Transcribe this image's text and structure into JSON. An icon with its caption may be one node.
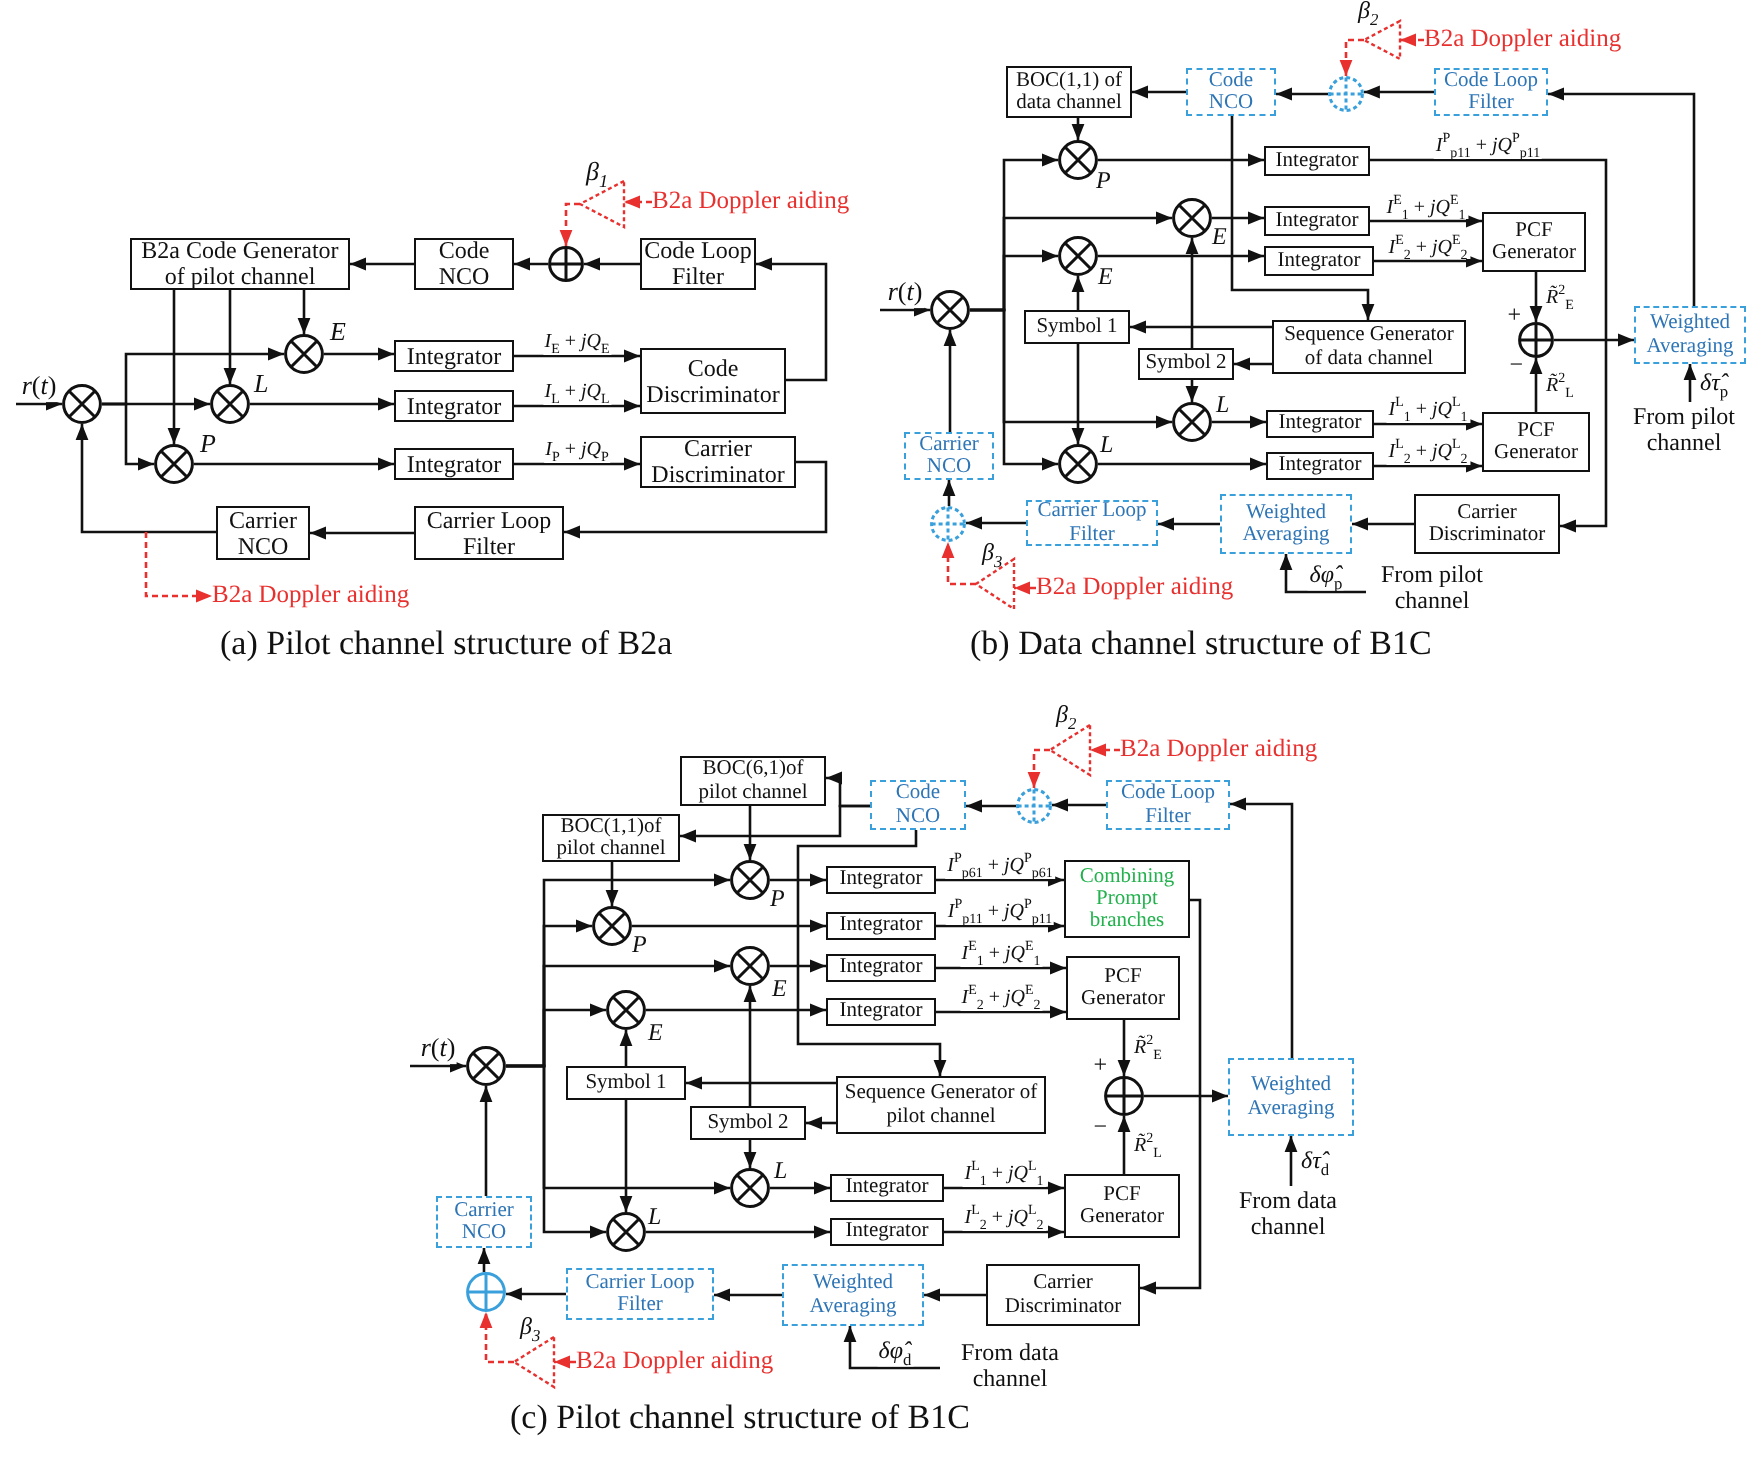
{
  "diagram": {
    "nodes": [
      {
        "text": [
          "B2a Code Generator of pilot channel"
        ]
      },
      {
        "text": [
          "Code NCO"
        ]
      },
      {
        "text": [],
        "shape": "circle"
      },
      {
        "text": [
          "Code Loop Filter"
        ]
      },
      {
        "text": [],
        "shape": "triangle",
        "beside": [
          "*β*$_{1}$"
        ]
      },
      {
        "text": [
          "B2a Doppler aiding"
        ]
      },
      {
        "text": [],
        "shape": "circle",
        "beside": [
          "E"
        ]
      },
      {
        "text": [],
        "shape": "circle",
        "beside": [
          "L"
        ]
      },
      {
        "text": [],
        "shape": "circle",
        "beside": [
          "P"
        ]
      },
      {
        "text": [],
        "shape": "circle"
      },
      {
        "text": [
          "Integrator"
        ]
      },
      {
        "text": [
          "Integrator"
        ]
      },
      {
        "text": [
          "Integrator"
        ]
      },
      {
        "text": [
          "Code Discriminator"
        ]
      },
      {
        "text": [
          "Carrier Discriminator"
        ]
      },
      {
        "text": [
          "Carrier Loop Filter"
        ]
      },
      {
        "text": [
          "Carrier NCO"
        ]
      },
      {
        "text": [
          "B2a Doppler aiding"
        ]
      },
      {
        "text": [
          "BOC(1,1) of data channel"
        ]
      },
      {
        "text": [
          "Code NCO"
        ]
      },
      {
        "text": [],
        "shape": "circle"
      },
      {
        "text": [
          "Code Loop Filter"
        ]
      },
      {
        "text": [],
        "shape": "triangle",
        "beside": [
          "*β*$_{2}$"
        ]
      },
      {
        "text": [
          "B2a Doppler aiding"
        ]
      },
      {
        "text": [],
        "shape": "circle",
        "beside": [
          "P"
        ]
      },
      {
        "text": [
          "Integrator"
        ]
      },
      {
        "text": [],
        "shape": "circle",
        "beside": [
          "E"
        ]
      },
      {
        "text": [
          "Integrator"
        ]
      },
      {
        "text": [],
        "shape": "circle",
        "beside": [
          "E"
        ]
      },
      {
        "text": [
          "Integrator"
        ]
      },
      {
        "text": [
          "PCF Generator"
        ]
      },
      {
        "text": [],
        "shape": "circle"
      },
      {
        "text": [
          "Symbol 1"
        ]
      },
      {
        "text": [
          "Sequence Generator of data channel"
        ]
      },
      {
        "text": [
          "Symbol 2"
        ]
      },
      {
        "text": [],
        "shape": "circle",
        "beside": [
          "+",
          "−"
        ]
      },
      {
        "text": [
          "Weighted Averaging"
        ]
      },
      {
        "text": [],
        "shape": "circle",
        "beside": [
          "L"
        ]
      },
      {
        "text": [
          "Integrator"
        ]
      },
      {
        "text": [],
        "shape": "circle",
        "beside": [
          "L"
        ]
      },
      {
        "text": [
          "Integrator"
        ]
      },
      {
        "text": [
          "PCF Generator"
        ]
      },
      {
        "text": [
          "Carrier NCO"
        ]
      },
      {
        "text": [
          "Carrier Discriminator"
        ]
      },
      {
        "text": [
          "Weighted Averaging"
        ]
      },
      {
        "text": [
          "Carrier Loop Filter"
        ]
      },
      {
        "text": [],
        "shape": "circle"
      },
      {
        "text": [],
        "shape": "triangle",
        "beside": [
          "*β*$_{3}$"
        ]
      },
      {
        "text": [
          "B2a Doppler aiding"
        ]
      },
      {
        "text": [
          "BOC(6,1)of pilot channel"
        ]
      },
      {
        "text": [
          "Code NCO"
        ]
      },
      {
        "text": [],
        "shape": "circle"
      },
      {
        "text": [
          "Code Loop Filter"
        ]
      },
      {
        "text": [],
        "shape": "triangle",
        "beside": [
          "*β*$_{2}$"
        ]
      },
      {
        "text": [
          "B2a Doppler aiding"
        ]
      },
      {
        "text": [
          "BOC(1,1)of pilot channel"
        ]
      },
      {
        "text": [],
        "shape": "circle",
        "beside": [
          "P"
        ]
      },
      {
        "text": [
          "Integrator"
        ]
      },
      {
        "text": [
          "Combining Prompt branches"
        ]
      },
      {
        "text": [],
        "shape": "circle",
        "beside": [
          "P"
        ]
      },
      {
        "text": [
          "Integrator"
        ]
      },
      {
        "text": [],
        "shape": "circle",
        "beside": [
          "E"
        ]
      },
      {
        "text": [
          "Integrator"
        ]
      },
      {
        "text": [
          "PCF Generator"
        ]
      },
      {
        "text": [],
        "shape": "circle",
        "beside": [
          "E"
        ]
      },
      {
        "text": [
          "Integrator"
        ]
      },
      {
        "text": [],
        "shape": "circle"
      },
      {
        "text": [
          "Symbol 1"
        ]
      },
      {
        "text": [
          "Sequence Generator of pilot channel"
        ]
      },
      {
        "text": [
          "Symbol 2"
        ]
      },
      {
        "text": [],
        "shape": "circle",
        "beside": [
          "+",
          "−"
        ]
      },
      {
        "text": [
          "Weighted Averaging"
        ]
      },
      {
        "text": [],
        "shape": "circle",
        "beside": [
          "L"
        ]
      },
      {
        "text": [
          "Integrator"
        ]
      },
      {
        "text": [],
        "shape": "circle",
        "beside": [
          "L"
        ]
      },
      {
        "text": [
          "Integrator"
        ]
      },
      {
        "text": [
          "PCF Generator"
        ]
      },
      {
        "text": [
          "Carrier NCO"
        ]
      },
      {
        "text": [
          "Carrier Discriminator"
        ]
      },
      {
        "text": [
          "Weighted Averaging"
        ]
      },
      {
        "text": [
          "Carrier Loop Filter"
        ]
      },
      {
        "text": [],
        "shape": "circle"
      },
      {
        "text": [],
        "shape": "triangle",
        "beside": [
          "*β*$_{3}$"
        ]
      },
      {
        "text": [
          "B2a Doppler aiding"
        ]
      },
      {
        "text": [
          "From pilot channel"
        ]
      },
      {
        "text": [
          "From pilot channel"
        ]
      },
      {
        "text": [
          "From data channel"
        ]
      },
      {
        "text": [
          "From data channel"
        ]
      }
    ],
    "edges": [
      {
        "from": 3,
        "to": 2,
        "arrow": "to"
      },
      {
        "from": 2,
        "to": 1,
        "arrow": "to"
      },
      {
        "from": 1,
        "to": 0,
        "arrow": "to"
      },
      {
        "from": 13,
        "to": 3,
        "arrow": "to"
      },
      {
        "from": 5,
        "to": 4,
        "arrow": "to",
        "style": "dashed",
        "color": "#e8312f"
      },
      {
        "from": 4,
        "to": 2,
        "arrow": "to",
        "style": "dashed",
        "color": "#e8312f"
      },
      {
        "from": 0,
        "to": 6,
        "arrow": "to"
      },
      {
        "from": 0,
        "to": 7,
        "arrow": "to"
      },
      {
        "from": 0,
        "to": 8,
        "arrow": "to"
      },
      {
        "from": null,
        "to": 9,
        "arrow": "to",
        "label": "*r*(*t*)"
      },
      {
        "from": 9,
        "to": 6,
        "arrow": "to"
      },
      {
        "from": 9,
        "to": 7,
        "arrow": "to"
      },
      {
        "from": 9,
        "to": 8,
        "arrow": "to"
      },
      {
        "from": 6,
        "to": 10,
        "arrow": "to"
      },
      {
        "from": 7,
        "to": 11,
        "arrow": "to"
      },
      {
        "from": 8,
        "to": 12,
        "arrow": "to"
      },
      {
        "from": 10,
        "to": 13,
        "arrow": "to",
        "label": "*I*$_{E}$ + *jQ*$_{E}$"
      },
      {
        "from": 11,
        "to": 13,
        "arrow": "to",
        "label": "*I*$_{L}$ + *jQ*$_{L}$"
      },
      {
        "from": 12,
        "to": 14,
        "arrow": "to",
        "label": "*I*$_{P}$ + *jQ*$_{P}$"
      },
      {
        "from": 14,
        "to": 15,
        "arrow": "to"
      },
      {
        "from": 15,
        "to": 16,
        "arrow": "to"
      },
      {
        "from": 16,
        "to": 9,
        "arrow": "to"
      },
      {
        "from": null,
        "to": 17,
        "arrow": "to",
        "style": "dashed",
        "color": "#e8312f"
      },
      {
        "from": 21,
        "to": 20,
        "arrow": "to"
      },
      {
        "from": 20,
        "to": 19,
        "arrow": "to"
      },
      {
        "from": 19,
        "to": 18,
        "arrow": "to"
      },
      {
        "from": 36,
        "to": 21,
        "arrow": "to"
      },
      {
        "from": 23,
        "to": 22,
        "arrow": "to",
        "style": "dashed",
        "color": "#e8312f"
      },
      {
        "from": 22,
        "to": 20,
        "arrow": "to",
        "style": "dashed",
        "color": "#e8312f"
      },
      {
        "from": 18,
        "to": 24,
        "arrow": "to"
      },
      {
        "from": 19,
        "to": 33,
        "arrow": "to"
      },
      {
        "from": null,
        "to": 31,
        "arrow": "to",
        "label": "*r*(*t*)"
      },
      {
        "from": 31,
        "to": 24,
        "arrow": "to"
      },
      {
        "from": 31,
        "to": 26,
        "arrow": "to"
      },
      {
        "from": 31,
        "to": 28,
        "arrow": "to"
      },
      {
        "from": 31,
        "to": 37,
        "arrow": "to"
      },
      {
        "from": 31,
        "to": 39,
        "arrow": "to"
      },
      {
        "from": 24,
        "to": 25,
        "arrow": "to"
      },
      {
        "from": 26,
        "to": 27,
        "arrow": "to"
      },
      {
        "from": 28,
        "to": 29,
        "arrow": "to"
      },
      {
        "from": 25,
        "to": 43,
        "arrow": "to",
        "label": "*I*$^{P}$$_{p11}$ + *jQ*$^{P}$$_{p11}$"
      },
      {
        "from": 27,
        "to": 30,
        "arrow": "to",
        "label": "*I*$^{E}$$_{1}$ + *jQ*$^{E}$$_{1}$"
      },
      {
        "from": 29,
        "to": 30,
        "arrow": "to",
        "label": "*I*$^{E}$$_{2}$ + *jQ*$^{E}$$_{2}$"
      },
      {
        "from": 33,
        "to": 32,
        "arrow": "to"
      },
      {
        "from": 33,
        "to": 34,
        "arrow": "to"
      },
      {
        "from": 32,
        "to": 28,
        "arrow": "to"
      },
      {
        "from": 32,
        "to": 39,
        "arrow": "to"
      },
      {
        "from": 34,
        "to": 26,
        "arrow": "to"
      },
      {
        "from": 34,
        "to": 37,
        "arrow": "to"
      },
      {
        "from": 37,
        "to": 38,
        "arrow": "to"
      },
      {
        "from": 39,
        "to": 40,
        "arrow": "to"
      },
      {
        "from": 38,
        "to": 41,
        "arrow": "to",
        "label": "*I*$^{L}$$_{1}$ + *jQ*$^{L}$$_{1}$"
      },
      {
        "from": 40,
        "to": 41,
        "arrow": "to",
        "label": "*I*$^{L}$$_{2}$ + *jQ*$^{L}$$_{2}$"
      },
      {
        "from": 30,
        "to": 35,
        "arrow": "to",
        "label": "*R̃*$^{2}$$_{E}$"
      },
      {
        "from": 41,
        "to": 35,
        "arrow": "to",
        "label": "*R̃*$^{2}$$_{L}$"
      },
      {
        "from": 35,
        "to": 36,
        "arrow": "to"
      },
      {
        "from": 84,
        "to": 36,
        "arrow": "to",
        "label": "*δτ̂*$_{p}$"
      },
      {
        "from": 43,
        "to": 44,
        "arrow": "to"
      },
      {
        "from": 44,
        "to": 45,
        "arrow": "to"
      },
      {
        "from": 45,
        "to": 46,
        "arrow": "to"
      },
      {
        "from": 46,
        "to": 42,
        "arrow": "to"
      },
      {
        "from": 42,
        "to": 31,
        "arrow": "to"
      },
      {
        "from": 85,
        "to": 44,
        "arrow": "to",
        "label": "*δφ̂*$_{p}$"
      },
      {
        "from": 48,
        "to": 47,
        "arrow": "to",
        "style": "dashed",
        "color": "#e8312f"
      },
      {
        "from": 47,
        "to": 46,
        "arrow": "to",
        "style": "dashed",
        "color": "#e8312f"
      },
      {
        "from": 52,
        "to": 51,
        "arrow": "to"
      },
      {
        "from": 51,
        "to": 50,
        "arrow": "to"
      },
      {
        "from": 50,
        "to": 49,
        "arrow": "to"
      },
      {
        "from": 50,
        "to": 55,
        "arrow": "to"
      },
      {
        "from": 71,
        "to": 52,
        "arrow": "to"
      },
      {
        "from": 54,
        "to": 53,
        "arrow": "to",
        "style": "dashed",
        "color": "#e8312f"
      },
      {
        "from": 53,
        "to": 51,
        "arrow": "to",
        "style": "dashed",
        "color": "#e8312f"
      },
      {
        "from": 49,
        "to": 56,
        "arrow": "to"
      },
      {
        "from": 55,
        "to": 59,
        "arrow": "to"
      },
      {
        "from": 50,
        "to": 68,
        "arrow": "to"
      },
      {
        "from": null,
        "to": 66,
        "arrow": "to",
        "label": "*r*(*t*)"
      },
      {
        "from": 66,
        "to": 56,
        "arrow": "to"
      },
      {
        "from": 66,
        "to": 59,
        "arrow": "to"
      },
      {
        "from": 66,
        "to": 61,
        "arrow": "to"
      },
      {
        "from": 66,
        "to": 64,
        "arrow": "to"
      },
      {
        "from": 66,
        "to": 72,
        "arrow": "to"
      },
      {
        "from": 66,
        "to": 74,
        "arrow": "to"
      },
      {
        "from": 56,
        "to": 57,
        "arrow": "to"
      },
      {
        "from": 59,
        "to": 60,
        "arrow": "to"
      },
      {
        "from": 61,
        "to": 62,
        "arrow": "to"
      },
      {
        "from": 64,
        "to": 65,
        "arrow": "to"
      },
      {
        "from": 57,
        "to": 58,
        "arrow": "to",
        "label": "*I*$^{P}$$_{p61}$ + *jQ*$^{P}$$_{p61}$"
      },
      {
        "from": 60,
        "to": 58,
        "arrow": "to",
        "label": "*I*$^{P}$$_{p11}$ + *jQ*$^{P}$$_{p11}$"
      },
      {
        "from": 62,
        "to": 63,
        "arrow": "to",
        "label": "*I*$^{E}$$_{1}$ + *jQ*$^{E}$$_{1}$"
      },
      {
        "from": 65,
        "to": 63,
        "arrow": "to",
        "label": "*I*$^{E}$$_{2}$ + *jQ*$^{E}$$_{2}$"
      },
      {
        "from": 58,
        "to": 78,
        "arrow": "to"
      },
      {
        "from": 68,
        "to": 67,
        "arrow": "to"
      },
      {
        "from": 68,
        "to": 69,
        "arrow": "to"
      },
      {
        "from": 67,
        "to": 64,
        "arrow": "to"
      },
      {
        "from": 67,
        "to": 74,
        "arrow": "to"
      },
      {
        "from": 69,
        "to": 61,
        "arrow": "to"
      },
      {
        "from": 69,
        "to": 72,
        "arrow": "to"
      },
      {
        "from": 72,
        "to": 73,
        "arrow": "to"
      },
      {
        "from": 74,
        "to": 75,
        "arrow": "to"
      },
      {
        "from": 73,
        "to": 76,
        "arrow": "to",
        "label": "*I*$^{L}$$_{1}$ + *jQ*$^{L}$$_{1}$"
      },
      {
        "from": 75,
        "to": 76,
        "arrow": "to",
        "label": "*I*$^{L}$$_{2}$ + *jQ*$^{L}$$_{2}$"
      },
      {
        "from": 63,
        "to": 70,
        "arrow": "to",
        "label": "*R̃*$^{2}$$_{E}$"
      },
      {
        "from": 76,
        "to": 70,
        "arrow": "to",
        "label": "*R̃*$^{2}$$_{L}$"
      },
      {
        "from": 70,
        "to": 71,
        "arrow": "to"
      },
      {
        "from": 86,
        "to": 71,
        "arrow": "to",
        "label": "*δτ̂*$_{d}$"
      },
      {
        "from": 78,
        "to": 79,
        "arrow": "to"
      },
      {
        "from": 79,
        "to": 80,
        "arrow": "to"
      },
      {
        "from": 80,
        "to": 81,
        "arrow": "to"
      },
      {
        "from": 81,
        "to": 77,
        "arrow": "to"
      },
      {
        "from": 77,
        "to": 66,
        "arrow": "to"
      },
      {
        "from": 87,
        "to": 79,
        "arrow": "to",
        "label": "*δφ̂*$_{d}$"
      },
      {
        "from": 83,
        "to": 82,
        "arrow": "to",
        "style": "dashed",
        "color": "#e8312f"
      },
      {
        "from": 82,
        "to": 81,
        "arrow": "to",
        "style": "dashed",
        "color": "#e8312f"
      }
    ],
    "labels": [
      "(a) Pilot channel structure of B2a",
      "(b) Data channel structure of B1C",
      "(c) Pilot channel structure of B1C"
    ]
  }
}
